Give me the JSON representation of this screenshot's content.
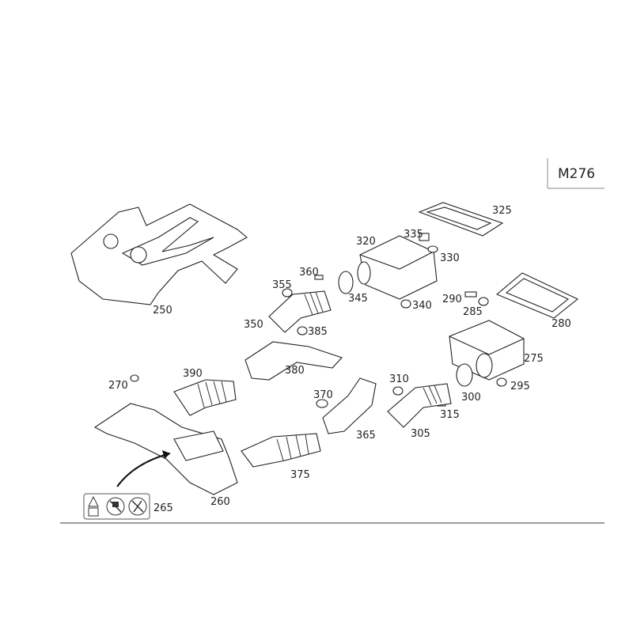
{
  "diagram": {
    "model": "M276",
    "warning_label_part": "265",
    "warning_icons": [
      "read-manual-warning-icon",
      "no-hand-contact-icon",
      "no-tool-icon"
    ],
    "callouts": [
      "250",
      "325",
      "335",
      "320",
      "330",
      "360",
      "355",
      "345",
      "340",
      "290",
      "285",
      "280",
      "350",
      "385",
      "380",
      "275",
      "390",
      "270",
      "310",
      "370",
      "300",
      "295",
      "315",
      "305",
      "365",
      "375",
      "265",
      "260"
    ]
  }
}
